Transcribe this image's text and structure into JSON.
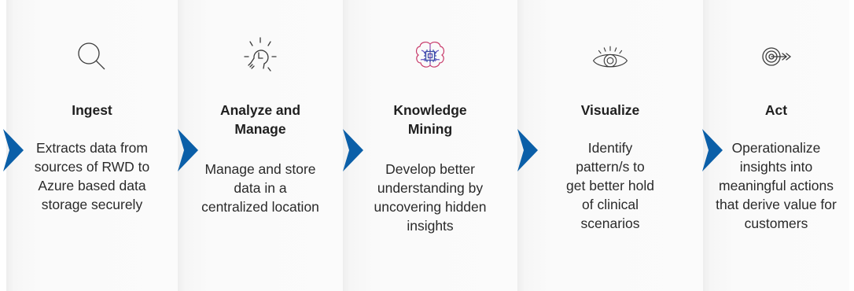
{
  "colors": {
    "arrow": "#0b5fa8",
    "icon_stroke": "#3a3a3a",
    "brain_stroke": "#c83a6a",
    "chip": "#3a4aa8"
  },
  "steps": [
    {
      "title": "Ingest",
      "description": "Extracts data from sources of RWD to Azure based data storage securely",
      "icon": "magnifier-icon"
    },
    {
      "title": "Analyze and Manage",
      "description": "Manage and store data in a centralized location",
      "icon": "lightbulb-icon"
    },
    {
      "title": "Knowledge Mining",
      "description": "Develop better understanding by uncovering hidden insights",
      "icon": "brain-chip-icon"
    },
    {
      "title": "Visualize",
      "description": "Identify pattern/s to get better hold of clinical scenarios",
      "icon": "eye-icon"
    },
    {
      "title": "Act",
      "description": "Operationalize insights into meaningful actions that derive value for customers",
      "icon": "target-icon"
    }
  ]
}
